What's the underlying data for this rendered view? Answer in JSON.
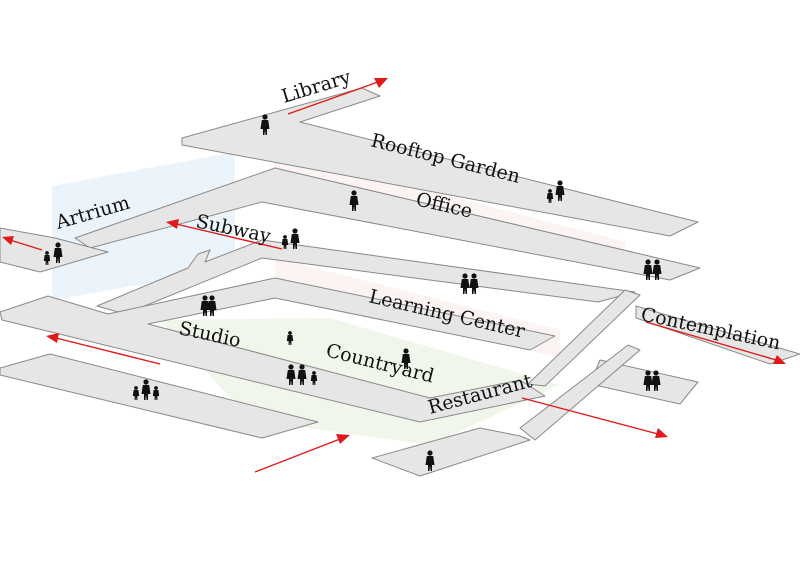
{
  "labels": {
    "library": "Library",
    "rooftop_garden": "Rooftop Garden",
    "artrium": "Artrium",
    "office": "Office",
    "subway": "Subway",
    "learning_center": "Learning Center",
    "contemplation": "Contemplation",
    "studio": "Studio",
    "countryard": "Countryard",
    "restaurant": "Restaurant"
  },
  "colors": {
    "slab_fill": "#e6e6e6",
    "slab_stroke": "#8a8a8a",
    "arrow": "#e01a1a",
    "atrium_tint": "#dbeaf8",
    "interior_tint": "#f7dede",
    "courtyard_tint": "#e6f2dc"
  }
}
